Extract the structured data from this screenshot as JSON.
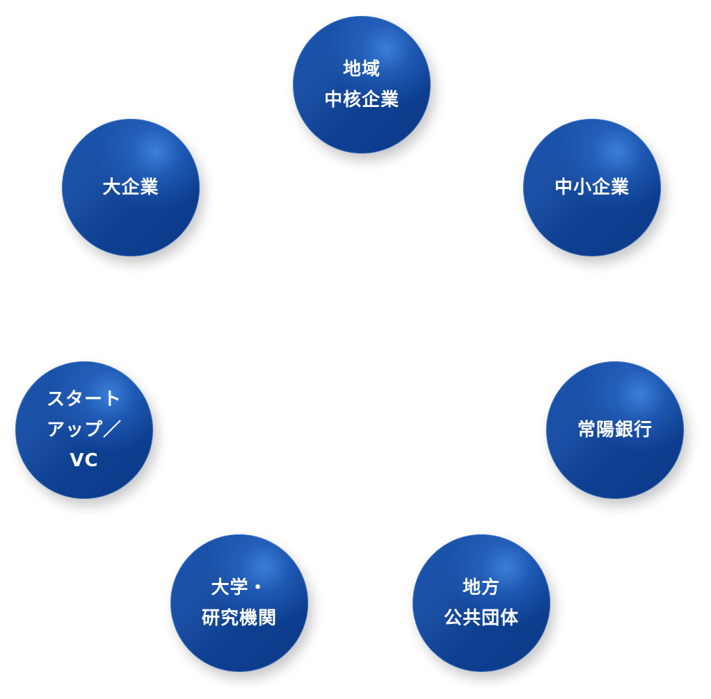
{
  "diagram": {
    "type": "circular-network",
    "nodes": [
      {
        "id": "regional-core-companies",
        "label": "地域\n中核企業"
      },
      {
        "id": "smes",
        "label": "中小企業"
      },
      {
        "id": "joyo-bank",
        "label": "常陽銀行"
      },
      {
        "id": "local-government",
        "label": "地方\n公共団体"
      },
      {
        "id": "universities-research",
        "label": "大学・\n研究機関"
      },
      {
        "id": "startups-vc",
        "label": "スタート\nアップ／\nVC"
      },
      {
        "id": "large-companies",
        "label": "大企業"
      }
    ],
    "colors": {
      "node_fill": "#1a4fa3",
      "node_highlight": "#3c82dc",
      "text": "#ffffff",
      "background": "#ffffff"
    }
  }
}
